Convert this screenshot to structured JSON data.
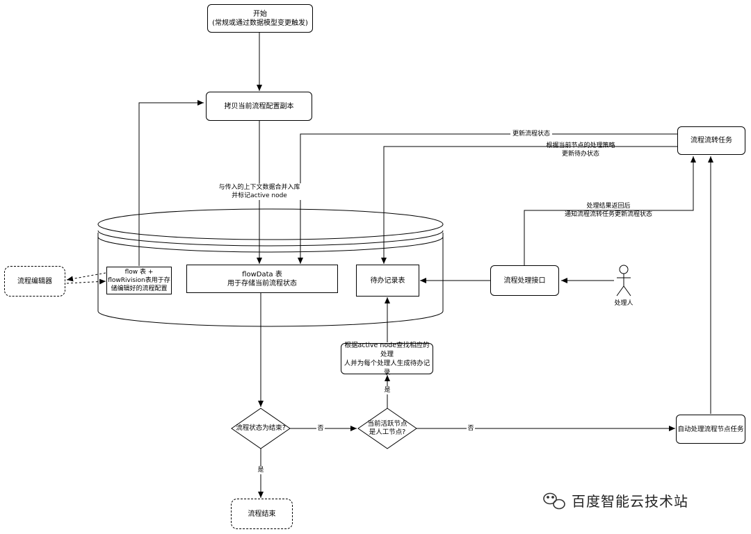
{
  "nodes": {
    "start_title": "开始",
    "start_sub": "(常规或通过数据模型变更触发)",
    "copy": "拷贝当前流程配置副本",
    "flow_table_l1": "flow 表 +",
    "flow_table_l2": "flowRivision表用于存",
    "flow_table_l3": "储编辑好的流程配置",
    "flowdata_l1": "flowData 表",
    "flowdata_l2": "用于存储当前流程状态",
    "todo_table": "待办记录表",
    "editor": "流程编辑器",
    "interface": "流程处理接口",
    "transfer_task": "流程流转任务",
    "find_handler_l1": "根据active node查找相应的处理",
    "find_handler_l2": "人并为每个处理人生成待办记录",
    "is_end": "流程状态为结束?",
    "is_manual_l1": "当前活跃节点",
    "is_manual_l2": "是人工节点?",
    "auto_task": "自动处理流程节点任务",
    "end": "流程结束",
    "actor": "处理人"
  },
  "edge_labels": {
    "merge_l1": "与传入的上下文数据合并入库",
    "merge_l2": "并标记active node",
    "update_status": "更新流程状态",
    "strategy_l1": "根据当前节点的处理策略",
    "strategy_l2": "更新待办状态",
    "result_l1": "处理结果返回后",
    "result_l2": "通知流程流转任务更新流程状态",
    "no1": "否",
    "no2": "否",
    "yes1": "是",
    "yes2": "是"
  },
  "watermark": "百度智能云技术站"
}
